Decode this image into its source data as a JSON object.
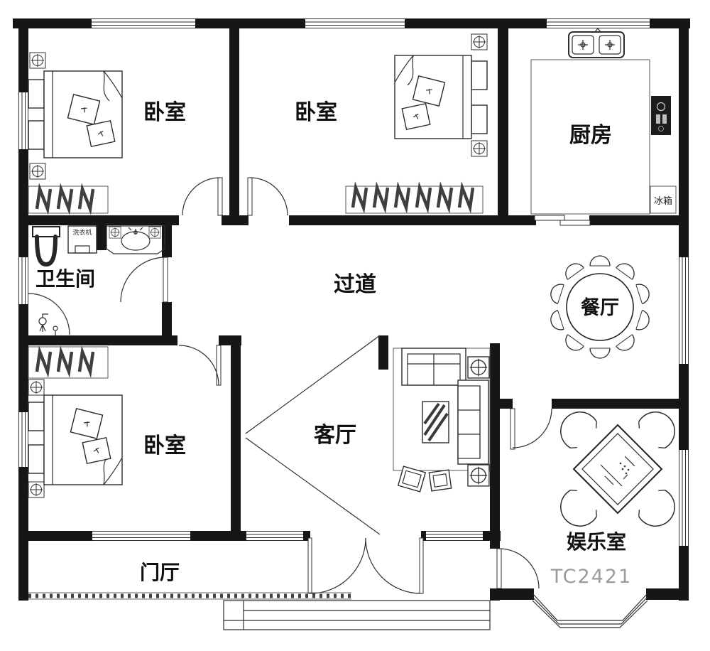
{
  "plan": {
    "code": "TC2421",
    "rooms": [
      {
        "id": "bedroom-1",
        "label": "卧室"
      },
      {
        "id": "bedroom-2",
        "label": "卧室"
      },
      {
        "id": "kitchen",
        "label": "厨房"
      },
      {
        "id": "bathroom",
        "label": "卫生间"
      },
      {
        "id": "hallway",
        "label": "过道"
      },
      {
        "id": "dining-room",
        "label": "餐厅"
      },
      {
        "id": "living-room",
        "label": "客厅"
      },
      {
        "id": "bedroom-3",
        "label": "卧室"
      },
      {
        "id": "game-room",
        "label": "娱乐室"
      },
      {
        "id": "foyer",
        "label": "门厅"
      }
    ],
    "appliances": {
      "fridge": "冰箱",
      "washer": "洗衣机"
    },
    "colors": {
      "wall": "#161616",
      "line": "#2e2e2e",
      "code_text": "#9b9b9b"
    }
  }
}
